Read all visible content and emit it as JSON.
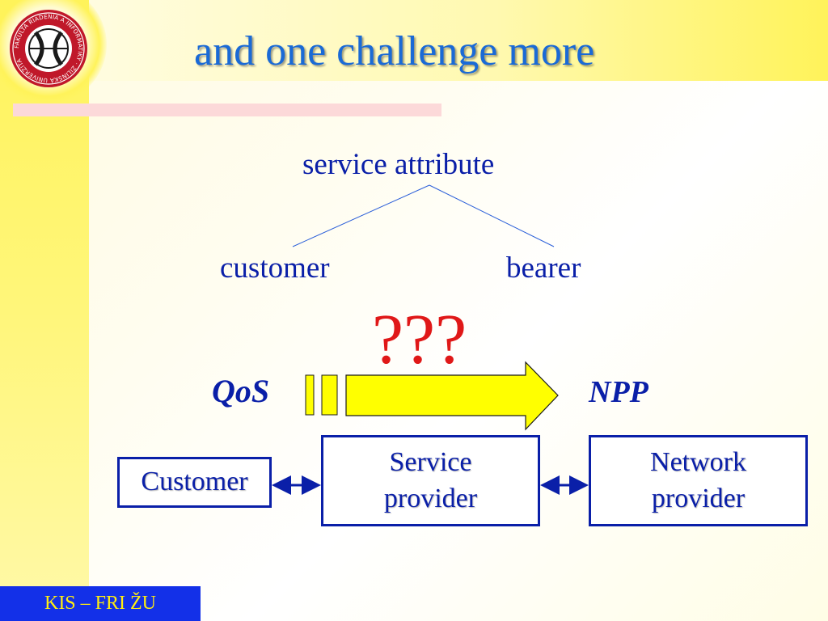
{
  "slide": {
    "title": "and one challenge more",
    "logo_text": "FAKULTA RIADENIA A INFORMATIKY · ŽILINSKÁ UNIVERZITA"
  },
  "tree": {
    "root": "service attribute",
    "left": "customer",
    "right": "bearer"
  },
  "question": "???",
  "arrow": {
    "left_label": "QoS",
    "right_label": "NPP"
  },
  "boxes": {
    "customer": "Customer",
    "service_provider": "Service\nprovider",
    "network_provider": "Network\nprovider"
  },
  "footer": "KIS – FRI ŽU",
  "colors": {
    "title": "#1a6ad6",
    "text": "#0a1fa8",
    "question": "#e01818",
    "arrow_fill": "#ffff00",
    "footer_bg": "#1330e8",
    "footer_text": "#ffee10"
  }
}
